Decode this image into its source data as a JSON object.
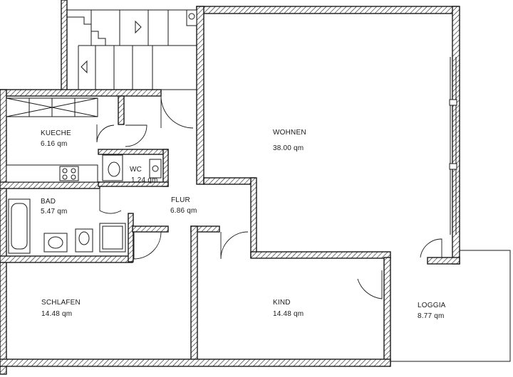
{
  "rooms": {
    "kueche": {
      "name": "KUECHE",
      "area": "6.16 qm"
    },
    "wc": {
      "name": "WC",
      "area": "1.24 qm"
    },
    "bad": {
      "name": "BAD",
      "area": "5.47 qm"
    },
    "flur": {
      "name": "FLUR",
      "area": "6.86 qm"
    },
    "wohnen": {
      "name": "WOHNEN",
      "area": "38.00 qm"
    },
    "schlafen": {
      "name": "SCHLAFEN",
      "area": "14.48 qm"
    },
    "kind": {
      "name": "KIND",
      "area": "14.48 qm"
    },
    "loggia": {
      "name": "LOGGIA",
      "area": "8.77 qm"
    }
  }
}
